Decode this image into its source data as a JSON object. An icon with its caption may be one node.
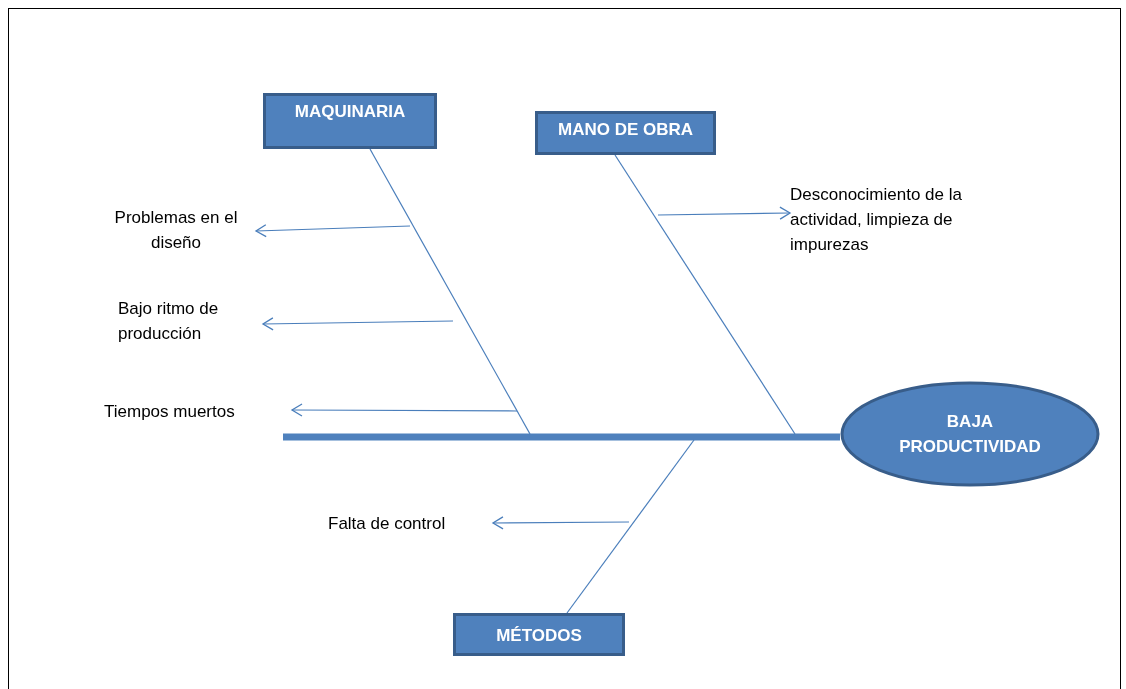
{
  "diagram": {
    "nodes": [
      {
        "text": [
          "MAQUINARIA"
        ]
      },
      {
        "text": [
          "MANO DE OBRA"
        ]
      },
      {
        "text": [
          "BAJA PRODUCTIVIDAD"
        ]
      },
      {
        "text": [
          "MÉTODOS"
        ]
      },
      {
        "text": [
          "Problemas en el diseño"
        ]
      },
      {
        "text": [
          "Bajo ritmo de producción"
        ]
      },
      {
        "text": [
          "Tiempos muertos"
        ]
      },
      {
        "text": [
          "Desconocimiento de la actividad, limpieza de impurezas"
        ]
      },
      {
        "text": [
          "Falta de control"
        ]
      }
    ],
    "edges": [
      {
        "from": null,
        "to": 2,
        "arrow": "none",
        "style": "thick"
      },
      {
        "from": 0,
        "to": null,
        "arrow": "none"
      },
      {
        "from": 1,
        "to": null,
        "arrow": "none"
      },
      {
        "from": 3,
        "to": null,
        "arrow": "none"
      },
      {
        "from": null,
        "to": 4,
        "arrow": "to"
      },
      {
        "from": null,
        "to": 5,
        "arrow": "to"
      },
      {
        "from": null,
        "to": 6,
        "arrow": "to"
      },
      {
        "from": null,
        "to": 7,
        "arrow": "to"
      },
      {
        "from": null,
        "to": 8,
        "arrow": "to"
      }
    ]
  }
}
